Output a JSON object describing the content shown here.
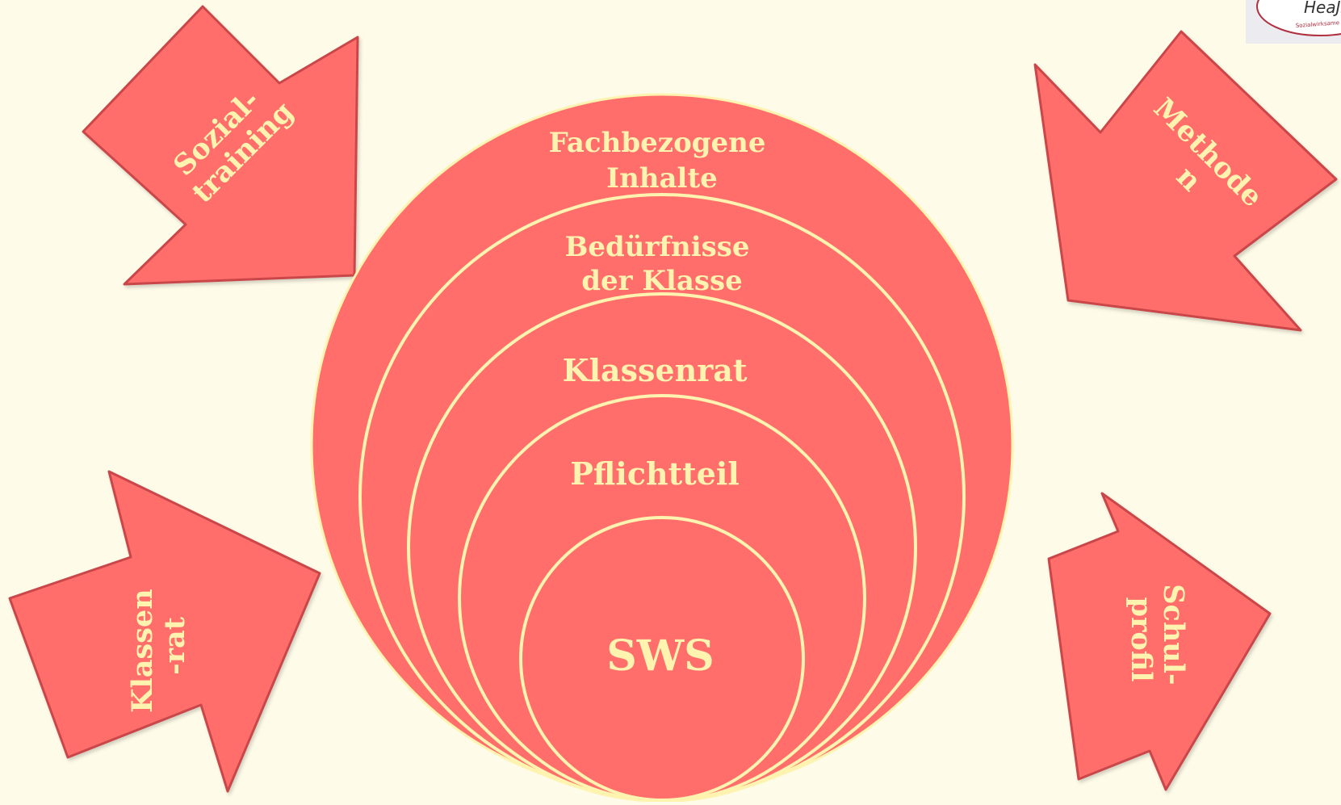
{
  "colors": {
    "background": "#fefbe8",
    "shape_fill": "#ff6e6b",
    "shape_stroke": "#c9464a",
    "ring_stroke": "#fff3b0",
    "text": "#fff3b0"
  },
  "rings": [
    {
      "lines": [
        "Fachbezogene",
        "Inhalte"
      ]
    },
    {
      "lines": [
        "Bedürfnisse",
        "der Klasse"
      ]
    },
    {
      "lines": [
        "Klassenrat"
      ]
    },
    {
      "lines": [
        "Pflichtteil"
      ]
    },
    {
      "lines": [
        "SWS"
      ]
    }
  ],
  "arrows": {
    "top_left": {
      "lines": [
        "Sozial-",
        "training"
      ]
    },
    "top_right": {
      "lines": [
        "Methode",
        "n"
      ]
    },
    "bottom_left": {
      "lines": [
        "Klassen",
        "-rat"
      ]
    },
    "bottom_right": {
      "lines": [
        "Schul-",
        "profil"
      ]
    }
  },
  "logo": {
    "title": "HeaJsc",
    "subtitle": "Sozialwirksame Schule"
  }
}
